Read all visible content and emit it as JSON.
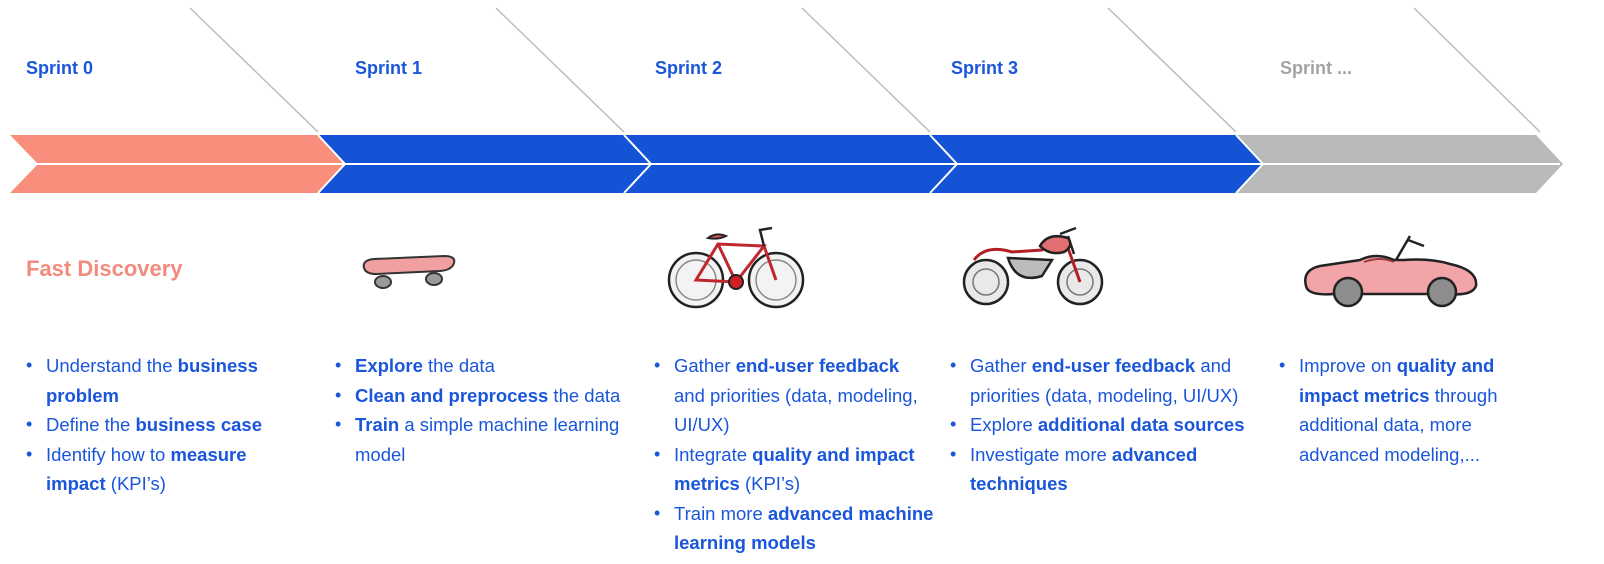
{
  "sprints": [
    {
      "label": "Sprint 0",
      "phase": "Fast Discovery",
      "bullets": [
        [
          {
            "t": "Understand the ",
            "b": false
          },
          {
            "t": "business problem",
            "b": true
          }
        ],
        [
          {
            "t": "Define the ",
            "b": false
          },
          {
            "t": "business case",
            "b": true
          }
        ],
        [
          {
            "t": "Identify how to ",
            "b": false
          },
          {
            "t": "measure impact",
            "b": true
          },
          {
            "t": " (KPI’s)",
            "b": false
          }
        ]
      ]
    },
    {
      "label": "Sprint 1",
      "illustration": "skateboard-icon",
      "bullets": [
        [
          {
            "t": "Explore",
            "b": true
          },
          {
            "t": " the data",
            "b": false
          }
        ],
        [
          {
            "t": "Clean and preprocess",
            "b": true
          },
          {
            "t": " the data",
            "b": false
          }
        ],
        [
          {
            "t": "Train",
            "b": true
          },
          {
            "t": " a simple machine learning model",
            "b": false
          }
        ]
      ]
    },
    {
      "label": "Sprint 2",
      "illustration": "bicycle-icon",
      "bullets": [
        [
          {
            "t": "Gather ",
            "b": false
          },
          {
            "t": "end-user feedback",
            "b": true
          },
          {
            "t": " and priorities (data, modeling, UI/UX)",
            "b": false
          }
        ],
        [
          {
            "t": "Integrate ",
            "b": false
          },
          {
            "t": "quality and impact metrics",
            "b": true
          },
          {
            "t": " (KPI’s)",
            "b": false
          }
        ],
        [
          {
            "t": "Train more ",
            "b": false
          },
          {
            "t": "advanced machine learning models",
            "b": true
          }
        ]
      ]
    },
    {
      "label": "Sprint 3",
      "illustration": "motorcycle-icon",
      "bullets": [
        [
          {
            "t": "Gather ",
            "b": false
          },
          {
            "t": "end-user feedback",
            "b": true
          },
          {
            "t": " and priorities (data, modeling, UI/UX)",
            "b": false
          }
        ],
        [
          {
            "t": "Explore ",
            "b": false
          },
          {
            "t": "additional data sources",
            "b": true
          }
        ],
        [
          {
            "t": "Investigate more ",
            "b": false
          },
          {
            "t": "advanced techniques",
            "b": true
          }
        ]
      ]
    },
    {
      "label": "Sprint ...",
      "illustration": "car-icon",
      "bullets": [
        [
          {
            "t": "Improve on ",
            "b": false
          },
          {
            "t": "quality and impact metrics",
            "b": true
          },
          {
            "t": " through additional data, more advanced modeling,...",
            "b": false
          }
        ]
      ]
    }
  ],
  "colors": {
    "sprint_0": "#f98e7d",
    "active": "#1453d6",
    "future": "#b9b9b9",
    "text_blue": "#1a56db",
    "phase_salmon": "#f28b7d"
  }
}
